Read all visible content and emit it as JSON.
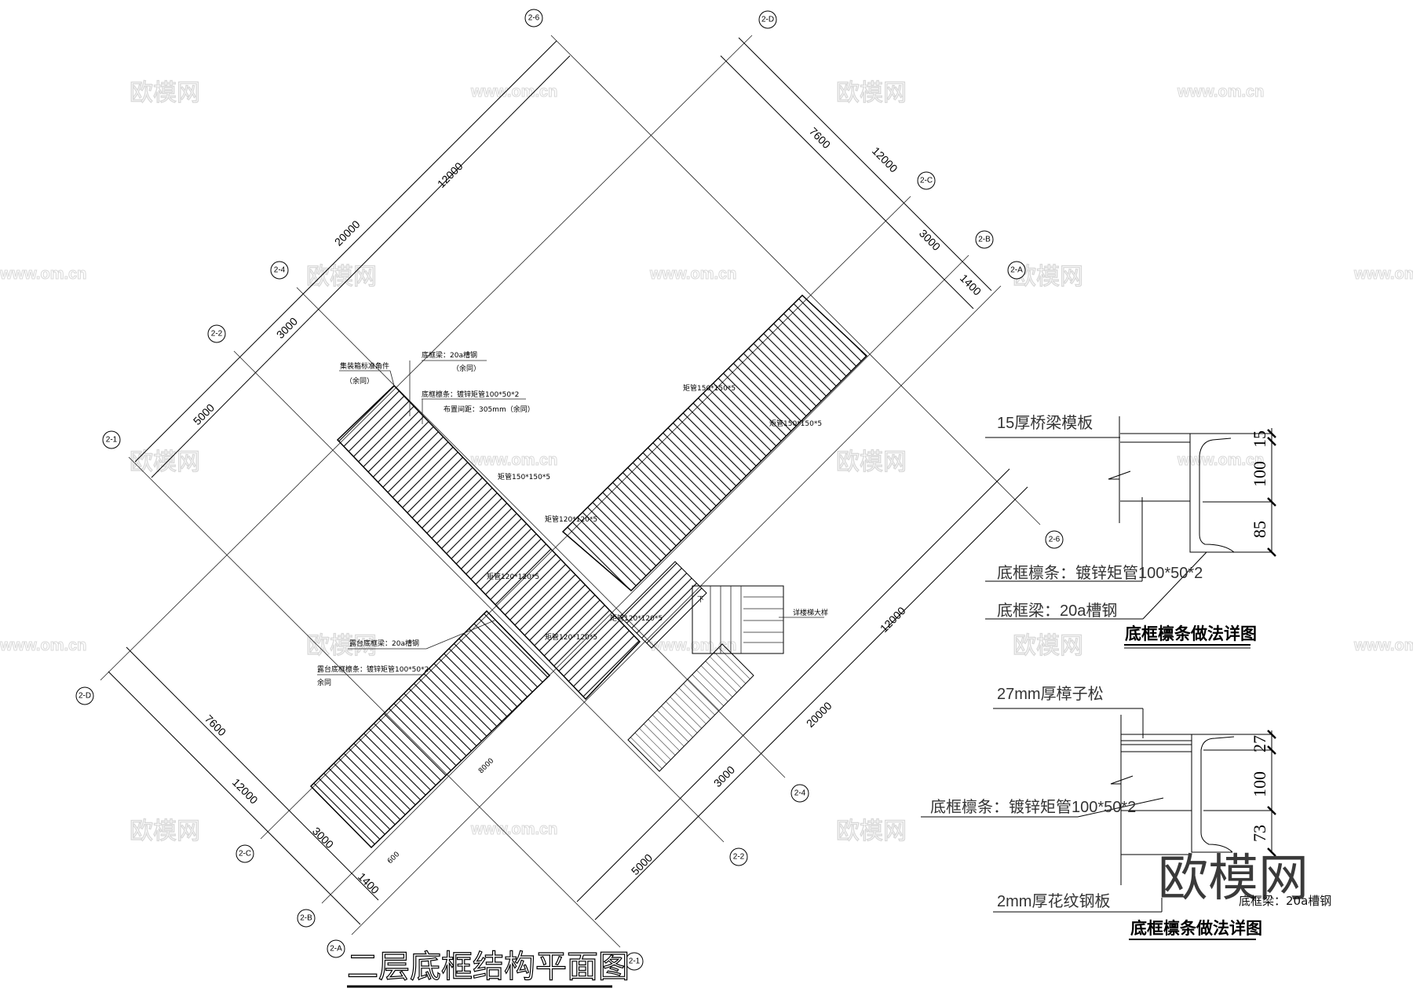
{
  "drawing_title": "二层底框结构平面图",
  "axes": {
    "numbered": [
      "2-6",
      "2-4",
      "2-2",
      "2-1"
    ],
    "lettered": [
      "2-D",
      "2-C",
      "2-B",
      "2-A"
    ]
  },
  "dimensions": {
    "upper_left": [
      "12000",
      "20000",
      "3000",
      "5000"
    ],
    "upper_right": [
      "7600",
      "12000",
      "3000",
      "1400"
    ],
    "lower_left": [
      "7600",
      "12000",
      "3000",
      "1400"
    ],
    "lower_right": [
      "12000",
      "20000",
      "3000",
      "5000"
    ],
    "inner": [
      "600",
      "8000"
    ]
  },
  "annotations": {
    "corner_fitting": "集装箱标准角件",
    "same_1": "（余同）",
    "frame_beam": "底框梁：20a槽钢",
    "same_2": "（余同）",
    "purlin": "底框檩条：镀锌矩管100*50*2",
    "spacing": "布置间距：305mm（余同）",
    "tube_150_a": "矩管150*150*5",
    "tube_150_b": "矩管150*150*5",
    "tube_150_c": "矩管150*150*5",
    "tube_120_a": "矩管120*120*5",
    "tube_120_b": "矩管120*120*5",
    "tube_120_c": "矩管120*120*5",
    "tube_120_d": "矩管120*120*5",
    "terrace_beam": "露台底框梁：20a槽钢",
    "terrace_purlin": "露台底框檩条：镀锌矩管100*50*2",
    "same_3": "余同",
    "stair_detail": "详楼梯大样",
    "down": "下"
  },
  "detail_1": {
    "board": "15厚桥梁模板",
    "purlin": "底框檩条：镀锌矩管100*50*2",
    "beam": "底框梁：20a槽钢",
    "dims": [
      "15",
      "100",
      "85"
    ],
    "title": "底框檩条做法详图"
  },
  "detail_2": {
    "board": "27mm厚樟子松",
    "purlin": "底框檩条：镀锌矩管100*50*2",
    "plate": "2mm厚花纹钢板",
    "beam": "底框梁：20a槽钢",
    "dims": [
      "27",
      "100",
      "73"
    ],
    "title": "底框檩条做法详图"
  },
  "watermark": {
    "brand": "欧模网",
    "url": "www.om.cn"
  }
}
